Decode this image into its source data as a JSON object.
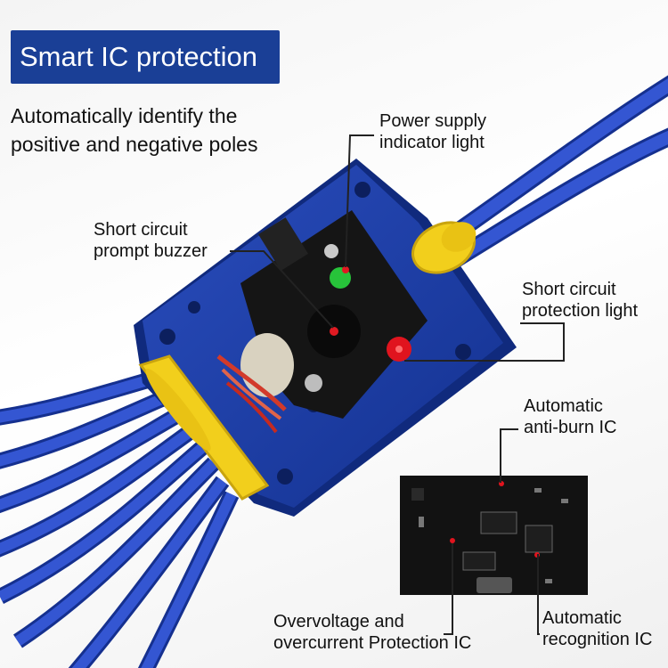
{
  "title": "Smart IC protection",
  "subtitle_lines": [
    "Automatically identify the",
    "positive and negative poles"
  ],
  "callouts": {
    "power_light": [
      "Power supply",
      "indicator light"
    ],
    "buzzer": [
      "Short circuit",
      "prompt buzzer"
    ],
    "protection_light": [
      "Short circuit",
      "protection light"
    ],
    "anti_burn": [
      "Automatic",
      "anti-burn IC"
    ],
    "overvoltage": [
      "Overvoltage and",
      "overcurrent Protection IC"
    ],
    "recognition": [
      "Automatic",
      "recognition IC"
    ]
  },
  "colors": {
    "title_bg": "#1a3f96",
    "housing": "#1d3fa6",
    "cable": "#2446c4",
    "grommet": "#f2cf1c",
    "pcb": "#161616",
    "led_green": "#27c33a",
    "led_red": "#e0141e"
  }
}
